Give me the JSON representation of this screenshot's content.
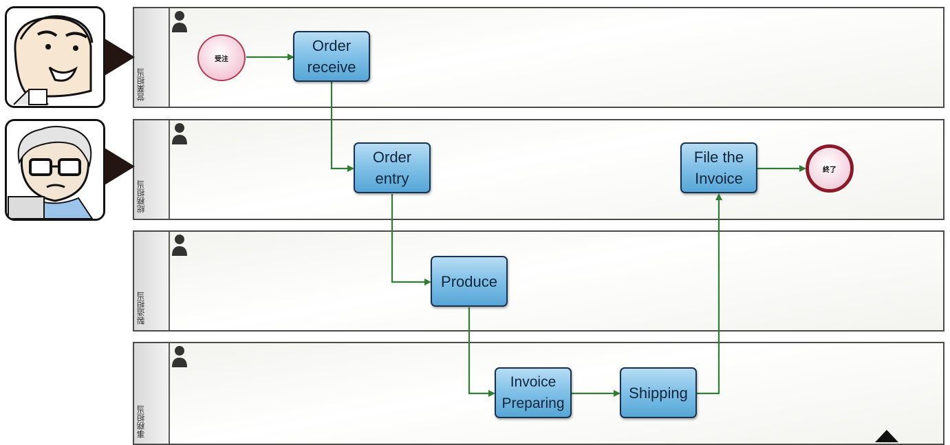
{
  "lanes": [
    {
      "label": "営業担当"
    },
    {
      "label": "総務担当"
    },
    {
      "label": "製造担当"
    },
    {
      "label": "事務担当"
    }
  ],
  "tasks": {
    "order_receive": "Order\nreceive",
    "order_entry": "Order\nentry",
    "produce": "Produce",
    "invoice_preparing": "Invoice\nPreparing",
    "shipping": "Shipping",
    "file_invoice": "File the\nInvoice"
  },
  "events": {
    "start": "受注",
    "end": "終了"
  },
  "colors": {
    "flow": "#2e7d32",
    "task_fill": "#7fc0e7",
    "task_border": "#16324f",
    "start_border": "#b23b54",
    "end_border": "#8a1a2a",
    "lane_border": "#4a4a4a"
  },
  "icons": [
    "person-icon",
    "salesperson-avatar",
    "clerk-avatar"
  ]
}
